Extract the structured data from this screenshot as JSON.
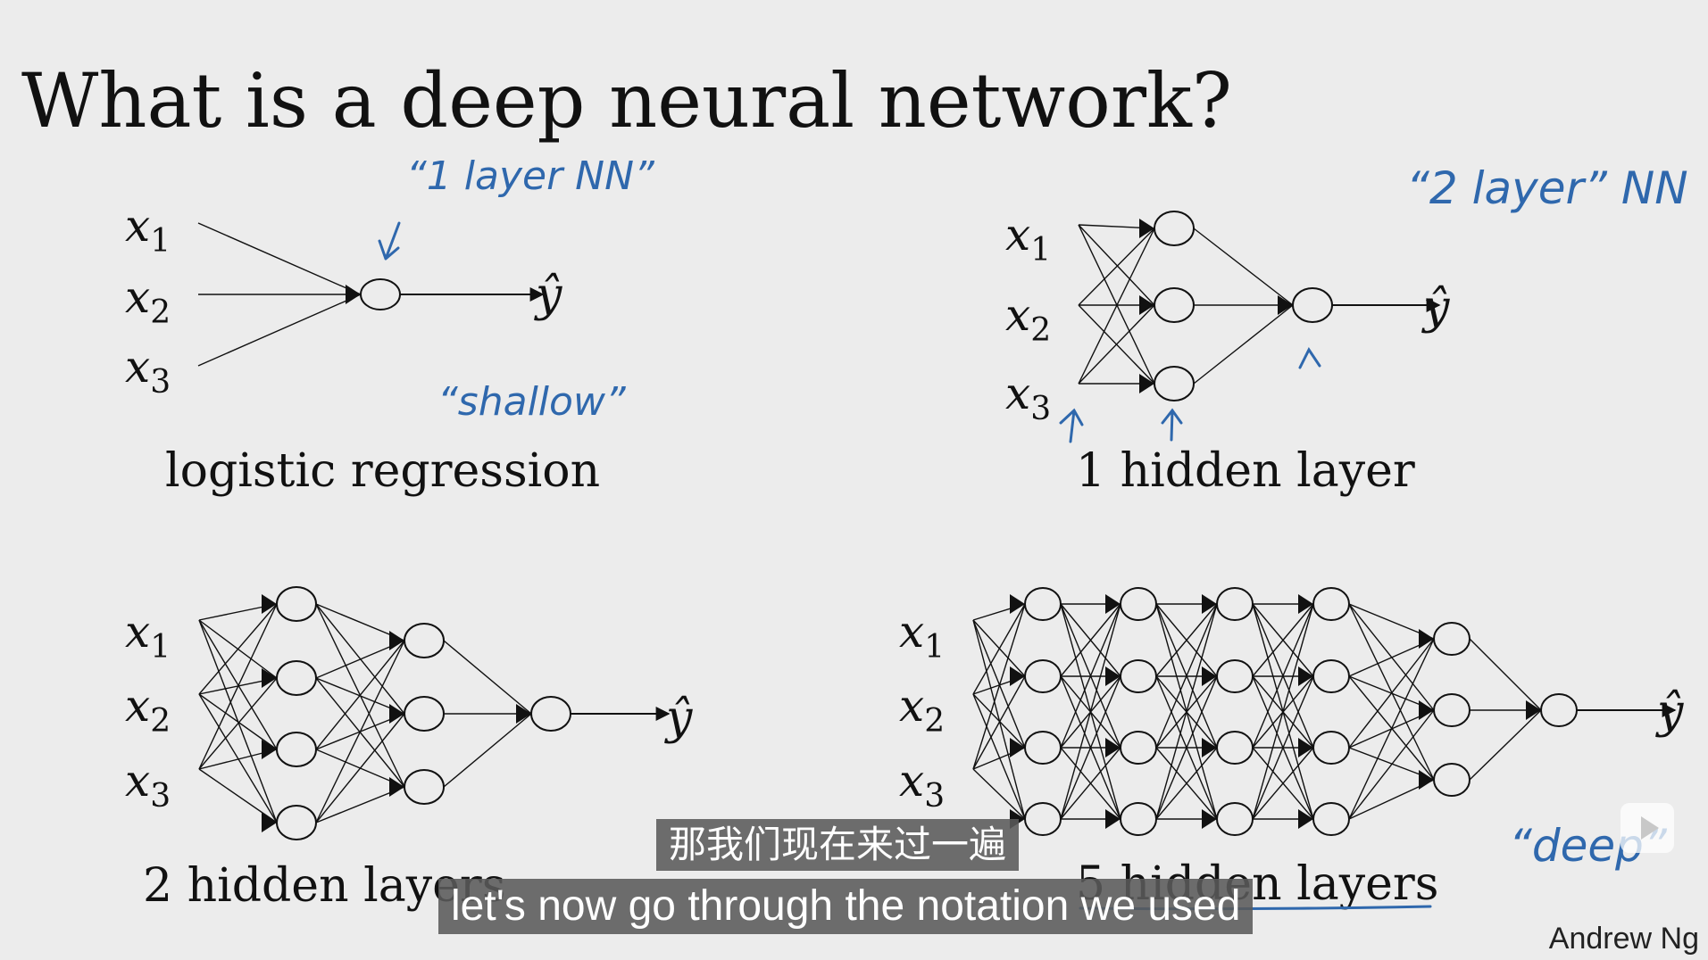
{
  "slide": {
    "title": "What is a deep neural network?",
    "author": "Andrew Ng"
  },
  "panels": {
    "logistic": {
      "label": "logistic regression",
      "note_top": "“1 layer NN”",
      "note_bottom": "“shallow”"
    },
    "one_hidden": {
      "label": "1 hidden layer",
      "note_top": "“2 layer” NN"
    },
    "two_hidden": {
      "label": "2 hidden layers"
    },
    "five_hidden": {
      "label": "5 hidden layers",
      "note": "“deep”"
    }
  },
  "symbols": {
    "x1": "x",
    "x2": "x",
    "x3": "x",
    "sub1": "1",
    "sub2": "2",
    "sub3": "3",
    "yhat": "ŷ"
  },
  "subtitles": {
    "zh": "那我们现在来过一遍",
    "en": "let's now go through the notation we used"
  },
  "colors": {
    "ink": "#111111",
    "pen": "#2f68ad",
    "background": "#ececec"
  }
}
